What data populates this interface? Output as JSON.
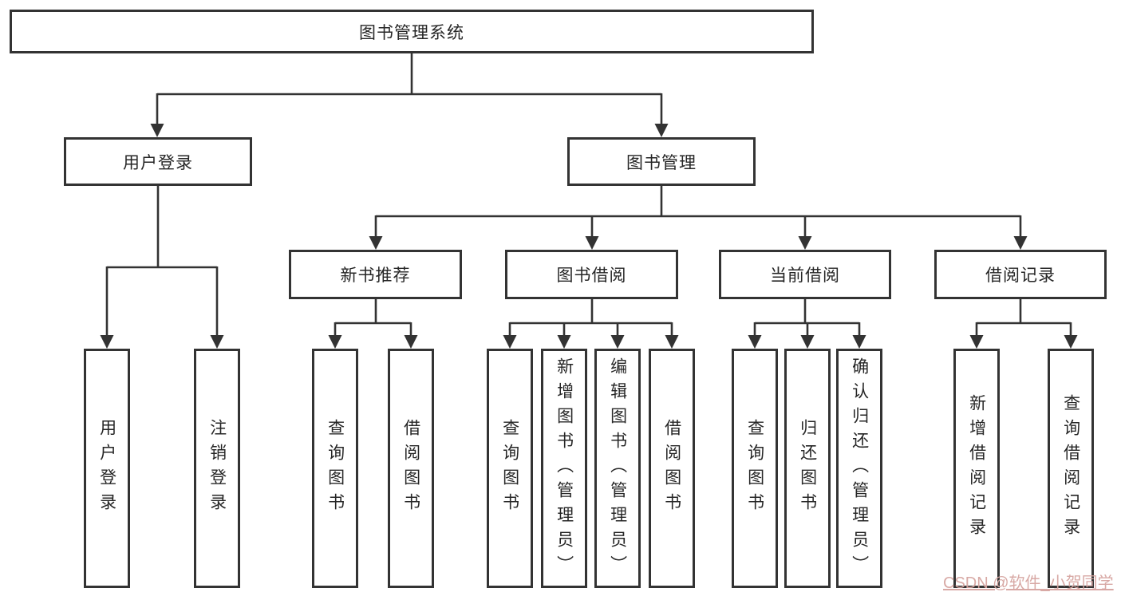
{
  "tree": {
    "root": "图书管理系统",
    "children": [
      {
        "label": "用户登录",
        "children": [
          "用户登录",
          "注销登录"
        ]
      },
      {
        "label": "图书管理",
        "children": [
          {
            "label": "新书推荐",
            "children": [
              "查询图书",
              "借阅图书"
            ]
          },
          {
            "label": "图书借阅",
            "children": [
              "查询图书",
              "新增图书（管理员）",
              "编辑图书（管理员）",
              "借阅图书"
            ]
          },
          {
            "label": "当前借阅",
            "children": [
              "查询图书",
              "归还图书",
              "确认归还（管理员）"
            ]
          },
          {
            "label": "借阅记录",
            "children": [
              "新增借阅记录",
              "查询借阅记录"
            ]
          }
        ]
      }
    ]
  },
  "watermark": {
    "text": "CSDN @软件_小贺同学",
    "color": "#d6a4a0"
  },
  "colors": {
    "line": "#333333",
    "text": "#262626",
    "background": "#ffffff"
  }
}
